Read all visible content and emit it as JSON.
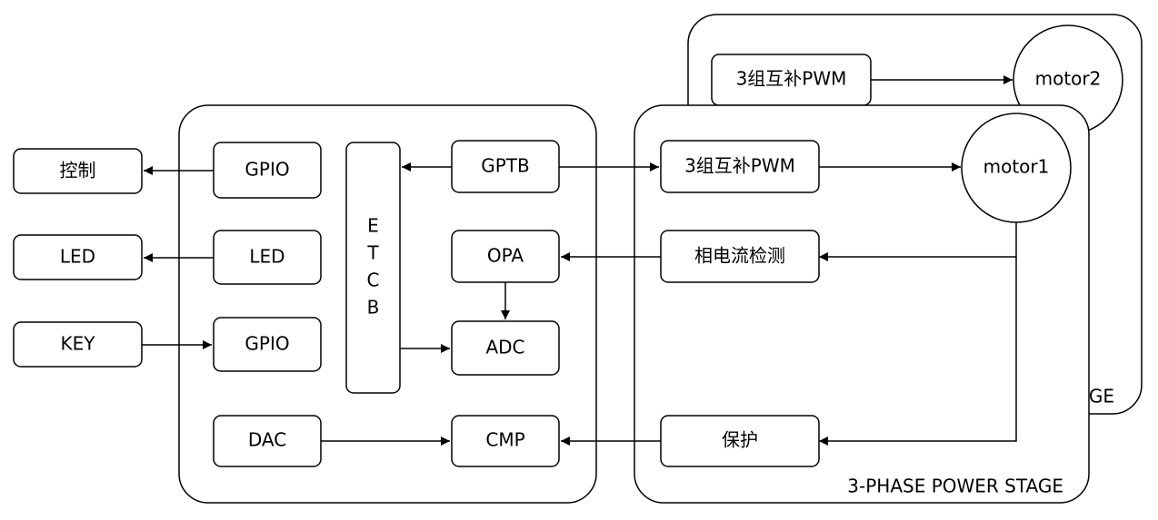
{
  "stage_front": {
    "label": "3-PHASE POWER STAGE"
  },
  "stage_back": {
    "label_fragment": "GE"
  },
  "motors": {
    "motor1": "motor1",
    "motor2": "motor2"
  },
  "blocks": {
    "control_out": "控制",
    "led_out": "LED",
    "key_in": "KEY",
    "gpio_out": "GPIO",
    "led_driver": "LED",
    "gpio_in": "GPIO",
    "dac": "DAC",
    "gptb": "GPTB",
    "opa": "OPA",
    "adc": "ADC",
    "cmp": "CMP",
    "pwm_front": "3组互补PWM",
    "pwm_back": "3组互补PWM",
    "current_sense": "相电流检测",
    "protection": "保护"
  },
  "etcb": {
    "letters": [
      "E",
      "T",
      "C",
      "B"
    ]
  }
}
